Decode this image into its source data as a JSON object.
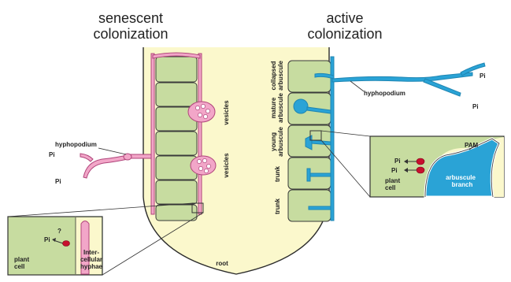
{
  "headings": {
    "left_line1": "senescent",
    "left_line2": "colonization",
    "right_line1": "active",
    "right_line2": "colonization"
  },
  "labels": {
    "hyphopodium_left": "hyphopodium",
    "pi_left_1": "Pi",
    "pi_left_2": "Pi",
    "vesicles_1": "vesicles",
    "vesicles_2": "vesicles",
    "root": "root",
    "collapsed_arbuscule_1": "collapsed",
    "collapsed_arbuscule_2": "arbuscule",
    "mature_arbuscule_1": "mature",
    "mature_arbuscule_2": "arbuscule",
    "young_arbuscule_1": "young",
    "young_arbuscule_2": "arbuscule",
    "trunk_1": "trunk",
    "trunk_2": "trunk",
    "hyphopodium_right": "hyphopodium",
    "pi_right_1": "Pi",
    "pi_right_2": "Pi"
  },
  "inset_left": {
    "pi": "Pi",
    "question": "?",
    "plant_cell_1": "plant",
    "plant_cell_2": "cell",
    "hyphae_1": "Inter-",
    "hyphae_2": "cellular",
    "hyphae_3": "hyphae"
  },
  "inset_right": {
    "pam": "PAM",
    "pi_1": "Pi",
    "pi_2": "Pi",
    "plant_cell_1": "plant",
    "plant_cell_2": "cell",
    "branch_1": "arbuscule",
    "branch_2": "branch"
  },
  "colors": {
    "root_fill": "#fbf8cc",
    "cell_fill": "#c7dca0",
    "pink_fungus": "#f2a6c8",
    "blue_fungus": "#2aa3d6",
    "transporter": "#c8102e"
  }
}
